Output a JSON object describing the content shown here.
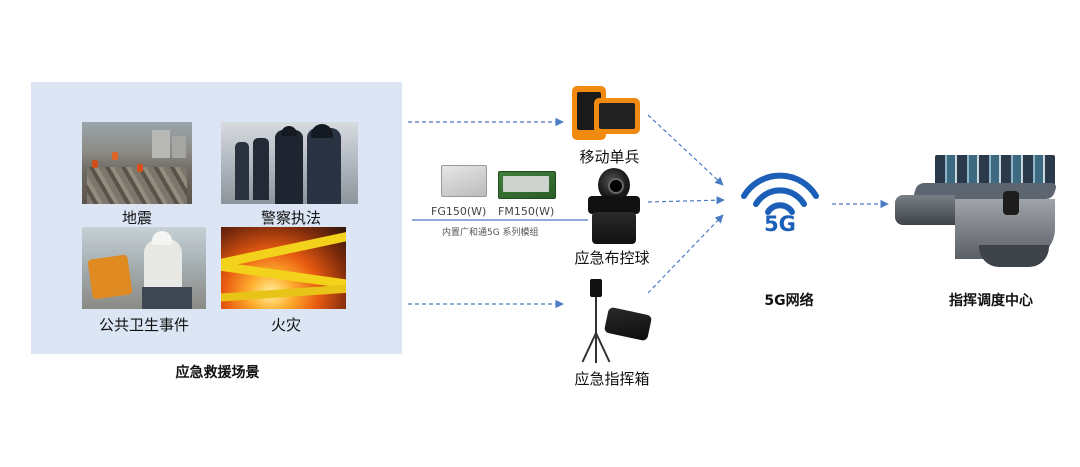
{
  "scene_panel": {
    "title": "应急救援场景",
    "items": [
      {
        "label": "地震"
      },
      {
        "label": "警察执法"
      },
      {
        "label": "公共卫生事件"
      },
      {
        "label": "火灾"
      }
    ]
  },
  "module": {
    "models": [
      "FG150(W)",
      "FM150(W)"
    ],
    "caption": "内置广和通5G 系列模组"
  },
  "devices": [
    {
      "label": "移动单兵"
    },
    {
      "label": "应急布控球"
    },
    {
      "label": "应急指挥箱"
    }
  ],
  "network": {
    "label": "5G网络",
    "logo_text": "5G",
    "color": "#1b5fb8"
  },
  "center": {
    "label": "指挥调度中心"
  },
  "colors": {
    "arrow": "#4a7bc4",
    "panel": "#dbe5f4"
  }
}
